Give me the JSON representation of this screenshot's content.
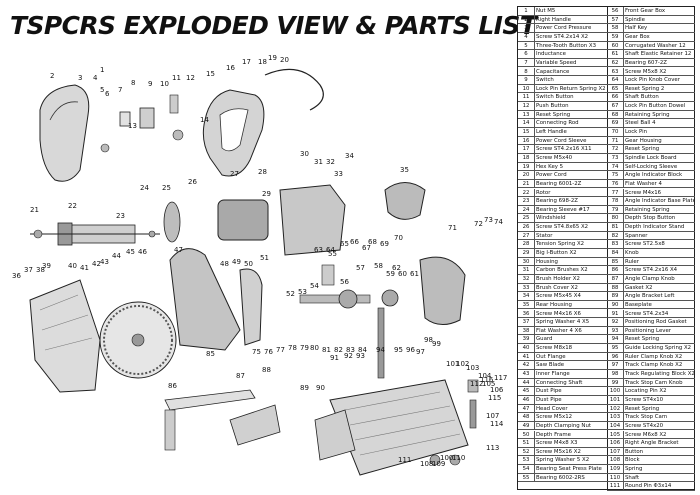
{
  "title": "TSPCRS EXPLODED VIEW & PARTS LIST",
  "parts_left": [
    {
      "no": "1",
      "name": "Nut M5"
    },
    {
      "no": "2",
      "name": "Right Handle"
    },
    {
      "no": "3",
      "name": "Power Cord Pressure"
    },
    {
      "no": "4",
      "name": "Screw ST4.2x14    X2"
    },
    {
      "no": "5",
      "name": "Three-Tooth Button    X3"
    },
    {
      "no": "6",
      "name": "Inductance"
    },
    {
      "no": "7",
      "name": "Variable Speed"
    },
    {
      "no": "8",
      "name": "Capacitance"
    },
    {
      "no": "9",
      "name": "Switch"
    },
    {
      "no": "10",
      "name": "Lock Pin Return Spring  X2"
    },
    {
      "no": "11",
      "name": "Switch Button"
    },
    {
      "no": "12",
      "name": "Push Button"
    },
    {
      "no": "13",
      "name": "Reset Spring"
    },
    {
      "no": "14",
      "name": "Connecting Rod"
    },
    {
      "no": "15",
      "name": "Left Handle"
    },
    {
      "no": "16",
      "name": "Power Cord Sleeve"
    },
    {
      "no": "17",
      "name": "Screw ST4.2x16    X11"
    },
    {
      "no": "18",
      "name": "Screw M5x40"
    },
    {
      "no": "19",
      "name": "Hex Key 5"
    },
    {
      "no": "20",
      "name": "Power Cord"
    },
    {
      "no": "21",
      "name": "Bearing 6001-2Z"
    },
    {
      "no": "22",
      "name": "Rotor"
    },
    {
      "no": "23",
      "name": "Bearing 698-2Z"
    },
    {
      "no": "24",
      "name": "Bearing Sleeve #17"
    },
    {
      "no": "25",
      "name": "Windshield"
    },
    {
      "no": "26",
      "name": "Screw ST4.8x65    X2"
    },
    {
      "no": "27",
      "name": "Stator"
    },
    {
      "no": "28",
      "name": "Tension Spring    X2"
    },
    {
      "no": "29",
      "name": "Big I-Button    X2"
    },
    {
      "no": "30",
      "name": "Housing"
    },
    {
      "no": "31",
      "name": "Carbon Brushes    X2"
    },
    {
      "no": "32",
      "name": "Brush Holder    X2"
    },
    {
      "no": "33",
      "name": "Brush Cover    X2"
    },
    {
      "no": "34",
      "name": "Screw M5x45    X4"
    },
    {
      "no": "35",
      "name": "Rear Housing"
    },
    {
      "no": "36",
      "name": "Screw M4x16    X6"
    },
    {
      "no": "37",
      "name": "Spring Washer 4    X5"
    },
    {
      "no": "38",
      "name": "Flat Washer 4    X6"
    },
    {
      "no": "39",
      "name": "Guard"
    },
    {
      "no": "40",
      "name": "Screw M8x18"
    },
    {
      "no": "41",
      "name": "Out Flange"
    },
    {
      "no": "42",
      "name": "Saw Blade"
    },
    {
      "no": "43",
      "name": "Inner Flange"
    },
    {
      "no": "44",
      "name": "Connecting Shaft"
    },
    {
      "no": "45",
      "name": "Dust Pipe"
    },
    {
      "no": "46",
      "name": "Dust Pipe"
    },
    {
      "no": "47",
      "name": "Head Cover"
    },
    {
      "no": "48",
      "name": "Screw M5x12"
    },
    {
      "no": "49",
      "name": "Depth Clamping Nut"
    },
    {
      "no": "50",
      "name": "Depth Frame"
    },
    {
      "no": "51",
      "name": "Screw M4x8    X3"
    },
    {
      "no": "52",
      "name": "Screw M5x16    X2"
    },
    {
      "no": "53",
      "name": "Spring Washer 5    X2"
    },
    {
      "no": "54",
      "name": "Bearing Seat Press Plate"
    },
    {
      "no": "55",
      "name": "Bearing 6002-2RS"
    }
  ],
  "parts_right": [
    {
      "no": "56",
      "name": "Front Gear Box"
    },
    {
      "no": "57",
      "name": "Spindle"
    },
    {
      "no": "58",
      "name": "Half Key"
    },
    {
      "no": "59",
      "name": "Gear Box"
    },
    {
      "no": "60",
      "name": "Corrugated Washer 12"
    },
    {
      "no": "61",
      "name": "Shaft Elastic Retainer 12"
    },
    {
      "no": "62",
      "name": "Bearing 607-2Z"
    },
    {
      "no": "63",
      "name": "Screw M5x8    X2"
    },
    {
      "no": "64",
      "name": "Lock Pin Knob Cover"
    },
    {
      "no": "65",
      "name": "Reset Spring 2"
    },
    {
      "no": "66",
      "name": "Shaft Button"
    },
    {
      "no": "67",
      "name": "Lock Pin Button Dowel"
    },
    {
      "no": "68",
      "name": "Retaining Spring"
    },
    {
      "no": "69",
      "name": "Steel Ball 4"
    },
    {
      "no": "70",
      "name": "Lock Pin"
    },
    {
      "no": "71",
      "name": "Gear Housing"
    },
    {
      "no": "72",
      "name": "Reset Spring"
    },
    {
      "no": "73",
      "name": "Spindle Lock Board"
    },
    {
      "no": "74",
      "name": "Self-Locking Sleeve"
    },
    {
      "no": "75",
      "name": "Angle Indicator Block"
    },
    {
      "no": "76",
      "name": "Flat Washer 4"
    },
    {
      "no": "77",
      "name": "Screw M4x16"
    },
    {
      "no": "78",
      "name": "Angle Indicator Base Plate"
    },
    {
      "no": "79",
      "name": "Retaining Spring"
    },
    {
      "no": "80",
      "name": "Depth Stop Button"
    },
    {
      "no": "81",
      "name": "Depth Indicator Stand"
    },
    {
      "no": "82",
      "name": "Spanner"
    },
    {
      "no": "83",
      "name": "Screw ST2.5x8"
    },
    {
      "no": "84",
      "name": "Knob"
    },
    {
      "no": "85",
      "name": "Ruler"
    },
    {
      "no": "86",
      "name": "Screw ST4.2x16    X4"
    },
    {
      "no": "87",
      "name": "Angle Clamp Knob"
    },
    {
      "no": "88",
      "name": "Gasket    X2"
    },
    {
      "no": "89",
      "name": "Angle Bracket Left"
    },
    {
      "no": "90",
      "name": "Baseplate"
    },
    {
      "no": "91",
      "name": "Screw ST4.2x34"
    },
    {
      "no": "92",
      "name": "Positioning Rod Gasket"
    },
    {
      "no": "93",
      "name": "Positioning Lever"
    },
    {
      "no": "94",
      "name": "Reset Spring"
    },
    {
      "no": "95",
      "name": "Guide Locking Spring    X2"
    },
    {
      "no": "96",
      "name": "Ruler Clamp Knob    X2"
    },
    {
      "no": "97",
      "name": "Track Clamp Knob    X2"
    },
    {
      "no": "98",
      "name": "Track Regulating Block    X2"
    },
    {
      "no": "99",
      "name": "Track Stop Cam Knob"
    },
    {
      "no": "100",
      "name": "Locating Pin    X2"
    },
    {
      "no": "101",
      "name": "Screw ST4x10"
    },
    {
      "no": "102",
      "name": "Reset Spring"
    },
    {
      "no": "103",
      "name": "Track Stop Cam"
    },
    {
      "no": "104",
      "name": "Screw ST4x20"
    },
    {
      "no": "105",
      "name": "Screw M6x8    X2"
    },
    {
      "no": "106",
      "name": "Right Angle Bracket"
    },
    {
      "no": "107",
      "name": "Button"
    },
    {
      "no": "108",
      "name": "Block"
    },
    {
      "no": "109",
      "name": "Spring"
    },
    {
      "no": "110",
      "name": "Shaft"
    },
    {
      "no": "111",
      "name": "Round Pin Φ3x14"
    }
  ],
  "diagram_labels": [
    {
      "n": "1"
    },
    {
      "n": "2"
    },
    {
      "n": "3"
    },
    {
      "n": "4"
    },
    {
      "n": "5"
    },
    {
      "n": "6"
    },
    {
      "n": "7"
    },
    {
      "n": "8"
    },
    {
      "n": "9"
    },
    {
      "n": "10"
    },
    {
      "n": "11"
    },
    {
      "n": "12"
    },
    {
      "n": "13"
    },
    {
      "n": "14"
    },
    {
      "n": "15"
    },
    {
      "n": "16"
    },
    {
      "n": "17"
    },
    {
      "n": "18"
    },
    {
      "n": "19"
    },
    {
      "n": "20"
    },
    {
      "n": "21"
    },
    {
      "n": "22"
    },
    {
      "n": "23"
    },
    {
      "n": "24"
    },
    {
      "n": "25"
    },
    {
      "n": "26"
    },
    {
      "n": "27"
    },
    {
      "n": "28"
    },
    {
      "n": "29"
    },
    {
      "n": "30"
    },
    {
      "n": "31"
    },
    {
      "n": "32"
    },
    {
      "n": "33"
    },
    {
      "n": "34"
    },
    {
      "n": "35"
    },
    {
      "n": "36"
    },
    {
      "n": "37"
    },
    {
      "n": "38"
    },
    {
      "n": "39"
    },
    {
      "n": "40"
    },
    {
      "n": "41"
    },
    {
      "n": "42"
    },
    {
      "n": "43"
    },
    {
      "n": "44"
    },
    {
      "n": "45"
    },
    {
      "n": "46"
    },
    {
      "n": "47"
    },
    {
      "n": "48"
    },
    {
      "n": "49"
    },
    {
      "n": "50"
    },
    {
      "n": "51"
    },
    {
      "n": "52"
    },
    {
      "n": "53"
    },
    {
      "n": "54"
    },
    {
      "n": "55"
    },
    {
      "n": "56"
    },
    {
      "n": "57"
    },
    {
      "n": "58"
    },
    {
      "n": "59"
    },
    {
      "n": "60"
    },
    {
      "n": "61"
    },
    {
      "n": "62"
    },
    {
      "n": "63"
    },
    {
      "n": "64"
    },
    {
      "n": "65"
    },
    {
      "n": "66"
    },
    {
      "n": "67"
    },
    {
      "n": "68"
    },
    {
      "n": "69"
    },
    {
      "n": "70"
    },
    {
      "n": "71"
    },
    {
      "n": "72"
    },
    {
      "n": "73"
    },
    {
      "n": "74"
    },
    {
      "n": "75"
    },
    {
      "n": "76"
    },
    {
      "n": "77"
    },
    {
      "n": "78"
    },
    {
      "n": "79"
    },
    {
      "n": "80"
    },
    {
      "n": "81"
    },
    {
      "n": "82"
    },
    {
      "n": "83"
    },
    {
      "n": "84"
    },
    {
      "n": "85"
    },
    {
      "n": "86"
    },
    {
      "n": "87"
    },
    {
      "n": "88"
    },
    {
      "n": "89"
    },
    {
      "n": "90"
    },
    {
      "n": "91"
    },
    {
      "n": "92"
    },
    {
      "n": "93"
    },
    {
      "n": "94"
    },
    {
      "n": "95"
    },
    {
      "n": "96"
    },
    {
      "n": "97"
    },
    {
      "n": "98"
    },
    {
      "n": "99"
    },
    {
      "n": "100"
    },
    {
      "n": "101"
    },
    {
      "n": "102"
    },
    {
      "n": "103"
    },
    {
      "n": "104"
    },
    {
      "n": "105"
    },
    {
      "n": "106"
    },
    {
      "n": "107"
    },
    {
      "n": "108"
    },
    {
      "n": "109"
    },
    {
      "n": "110"
    },
    {
      "n": "111"
    },
    {
      "n": "112"
    },
    {
      "n": "113"
    },
    {
      "n": "114"
    },
    {
      "n": "115"
    },
    {
      "n": "116"
    },
    {
      "n": "117"
    }
  ]
}
